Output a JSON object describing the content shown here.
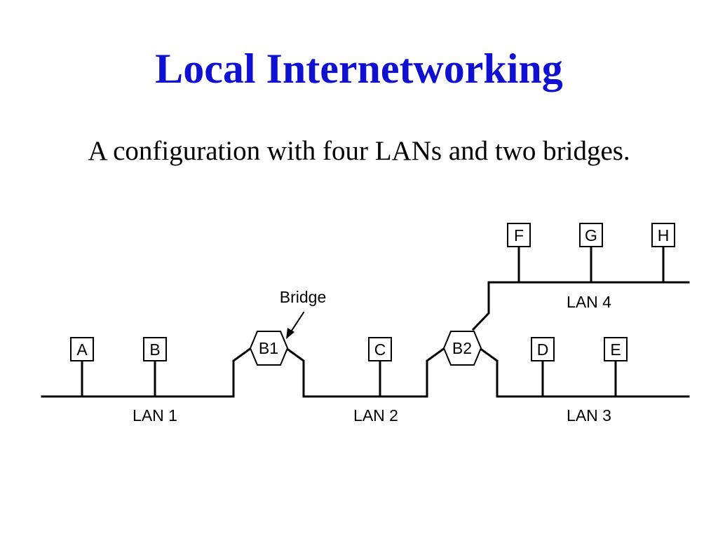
{
  "title": "Local Internetworking",
  "subtitle": "A configuration with four LANs and two bridges.",
  "diagram": {
    "callout": "Bridge",
    "bridges": [
      "B1",
      "B2"
    ],
    "stations": [
      "A",
      "B",
      "C",
      "D",
      "E",
      "F",
      "G",
      "H"
    ],
    "lans": [
      "LAN 1",
      "LAN 2",
      "LAN 3",
      "LAN 4"
    ]
  }
}
